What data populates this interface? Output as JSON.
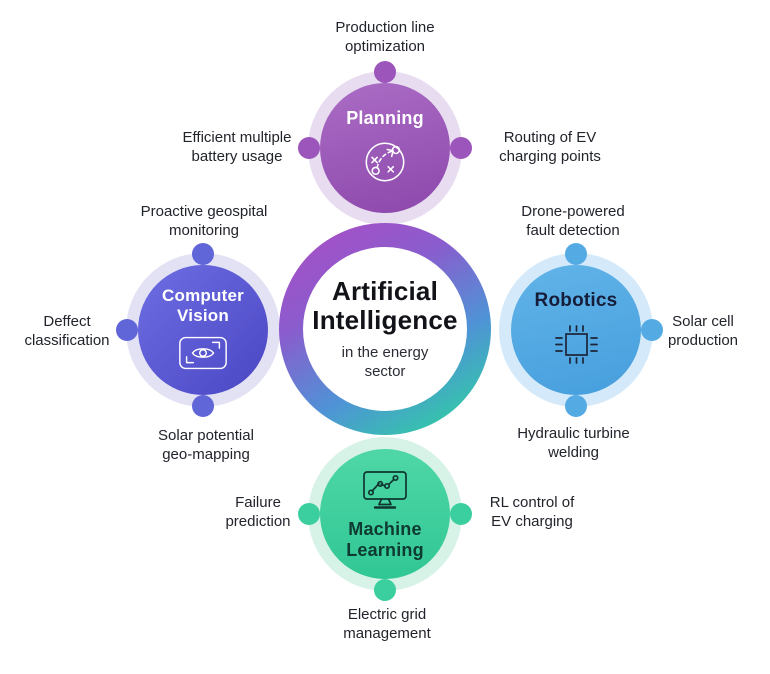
{
  "center": {
    "title": "Artificial Intelligence",
    "subtitle": "in the energy sector"
  },
  "clusters": {
    "planning": {
      "title": "Planning",
      "color": "#9c55bb",
      "halo_color": "#e8dcf0",
      "icon": "strategy-plan-icon",
      "satellites": {
        "top": "Production line optimization",
        "left": "Efficient multiple battery usage",
        "right": "Routing of EV charging points"
      }
    },
    "robotics": {
      "title": "Robotics",
      "color": "#54aae3",
      "halo_color": "#d4e9f9",
      "icon": "cpu-chip-icon",
      "satellites": {
        "top": "Drone-powered fault detection",
        "right": "Solar cell production",
        "bottom": "Hydraulic turbine welding"
      }
    },
    "machine_learning": {
      "title": "Machine Learning",
      "color": "#3bce9e",
      "halo_color": "#d7f3e8",
      "icon": "monitor-chart-icon",
      "satellites": {
        "left": "Failure prediction",
        "right": "RL control of EV charging",
        "bottom": "Electric grid management"
      }
    },
    "computer_vision": {
      "title": "Computer Vision",
      "color": "#6065d8",
      "halo_color": "#e3e2f5",
      "icon": "eye-scan-icon",
      "satellites": {
        "top": "Proactive geospital monitoring",
        "left": "Deffect classification",
        "bottom": "Solar potential geo-mapping"
      }
    }
  }
}
